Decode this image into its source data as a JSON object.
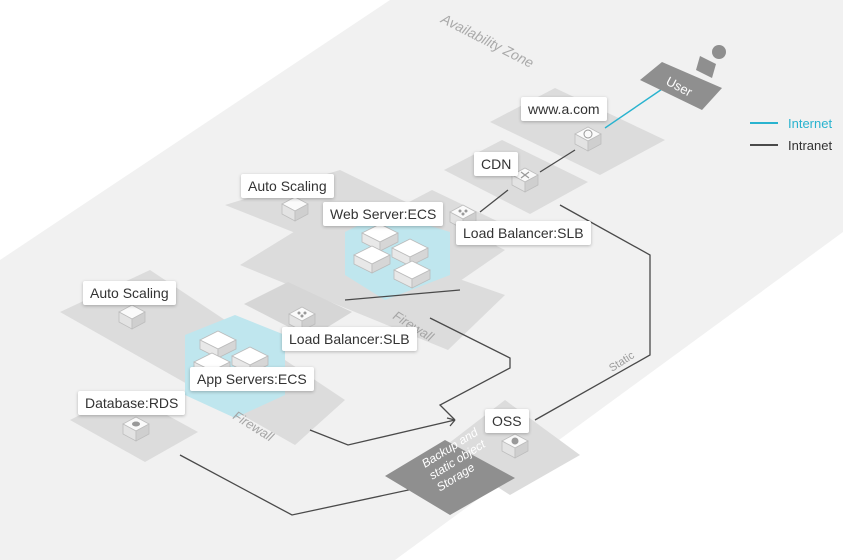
{
  "zone_label": "Availability Zone",
  "user_label": "User",
  "legend": [
    {
      "label": "Internet",
      "color": "#29b3cf"
    },
    {
      "label": "Intranet",
      "color": "#4a4a4a"
    }
  ],
  "nodes": {
    "www": "www.a.com",
    "cdn": "CDN",
    "auto_scaling_web": "Auto Scaling",
    "web_server": "Web Server:ECS",
    "load_balancer_web": "Load Balancer:SLB",
    "auto_scaling_app": "Auto Scaling",
    "load_balancer_app": "Load Balancer:SLB",
    "app_servers": "App Servers:ECS",
    "database": "Database:RDS",
    "oss": "OSS"
  },
  "firewall_label": "Firewall",
  "static_label": "Static",
  "storage_label": [
    "Backup and",
    "static object",
    "Storage"
  ],
  "icons": [
    "server-icon",
    "load-balancer-icon",
    "autoscaling-icon",
    "cdn-icon",
    "globe-icon",
    "database-icon",
    "storage-icon",
    "user-icon"
  ],
  "colors": {
    "zone_bg": "#f1f1f1",
    "platform": "#dcdcdc",
    "highlight": "#bfe6ee",
    "storage_block": "#8f8f8f",
    "line": "#4a4a4a",
    "internet": "#29b3cf"
  }
}
